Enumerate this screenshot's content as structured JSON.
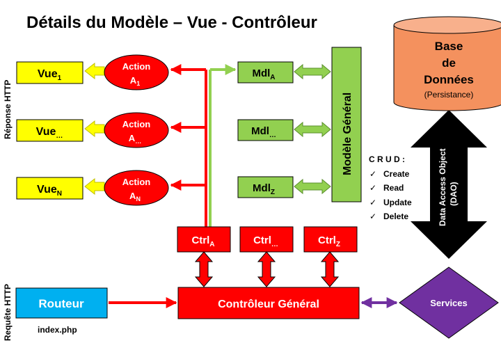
{
  "title": "Détails du Modèle – Vue - Contrôleur",
  "side_labels": {
    "response": "Réponse HTTP",
    "request": "Requête HTTP"
  },
  "views": [
    {
      "base": "Vue",
      "sub": "1"
    },
    {
      "base": "Vue",
      "sub": "…"
    },
    {
      "base": "Vue",
      "sub": "N"
    }
  ],
  "actions": [
    {
      "line1": "Action",
      "base": "A",
      "sub": "1"
    },
    {
      "line1": "Action",
      "base": "A",
      "sub": "…"
    },
    {
      "line1": "Action",
      "base": "A",
      "sub": "N"
    }
  ],
  "models": [
    {
      "base": "Mdl",
      "sub": "A"
    },
    {
      "base": "Mdl",
      "sub": "…"
    },
    {
      "base": "Mdl",
      "sub": "Z"
    }
  ],
  "general_model": "Modèle Général",
  "database": {
    "line1": "Base",
    "line2": "de",
    "line3": "Données",
    "line4": "(Persistance)"
  },
  "dao": {
    "line1": "Data Access Object",
    "line2": "(DAO)"
  },
  "crud": {
    "title": "C R U D :",
    "check": "✓",
    "items": [
      "Create",
      "Read",
      "Update",
      "Delete"
    ]
  },
  "controllers": [
    {
      "base": "Ctrl",
      "sub": "A"
    },
    {
      "base": "Ctrl",
      "sub": "…"
    },
    {
      "base": "Ctrl",
      "sub": "Z"
    }
  ],
  "router": "Routeur",
  "router_file": "index.php",
  "general_controller": "Contrôleur Général",
  "services": "Services",
  "colors": {
    "view": "#ffff00",
    "action": "#ff0000",
    "model": "#92d050",
    "controller": "#ff0000",
    "router": "#00b0f0",
    "database": "#f4915e",
    "services": "#7030a0",
    "dao_arrow": "#000000",
    "red_line": "#ff0000",
    "green_line": "#92d050",
    "purple_arrow": "#7030a0"
  }
}
